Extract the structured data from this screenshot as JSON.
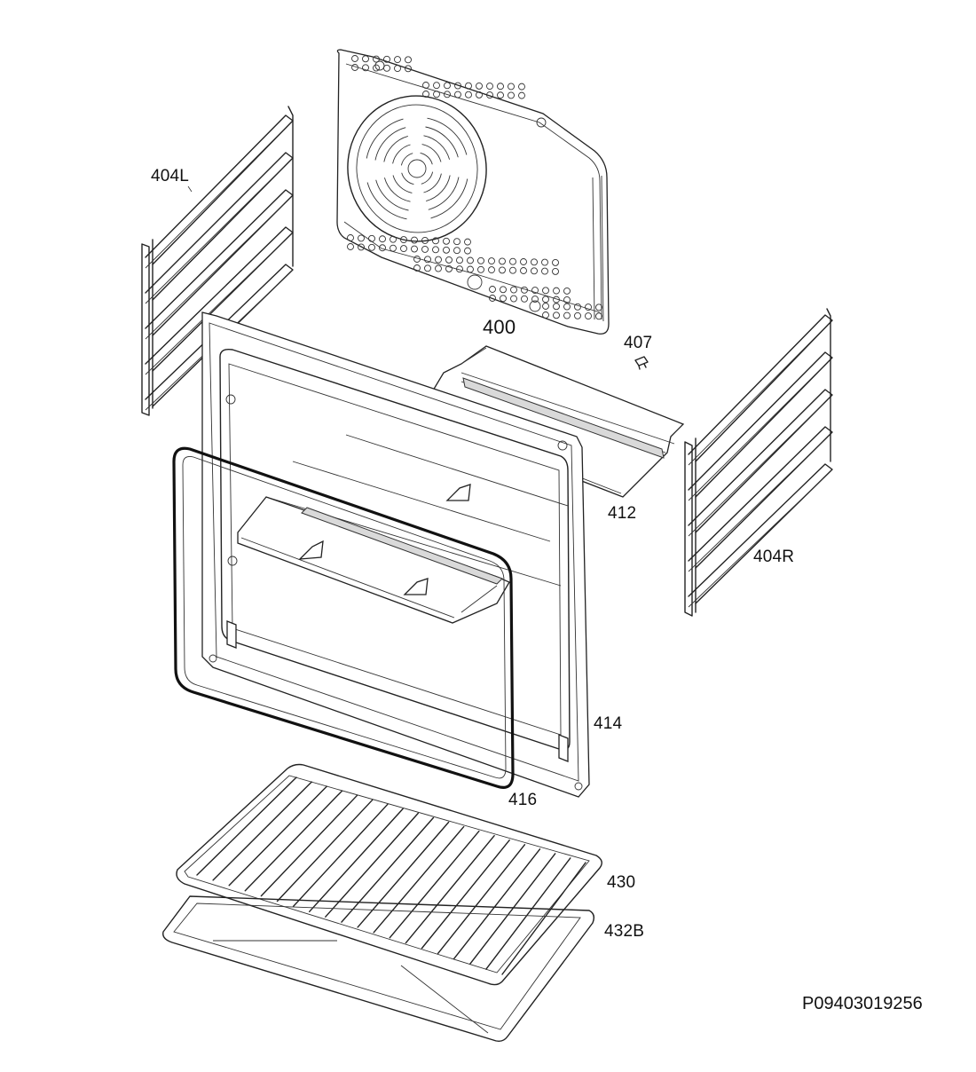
{
  "labels": {
    "rack_left": "404L",
    "back_panel": "400",
    "clip": "407",
    "rack_right": "404R",
    "shelf": "412",
    "door_frame": "414",
    "seal": "416",
    "grid": "430",
    "tray": "432B"
  },
  "document_id": "P09403019256"
}
